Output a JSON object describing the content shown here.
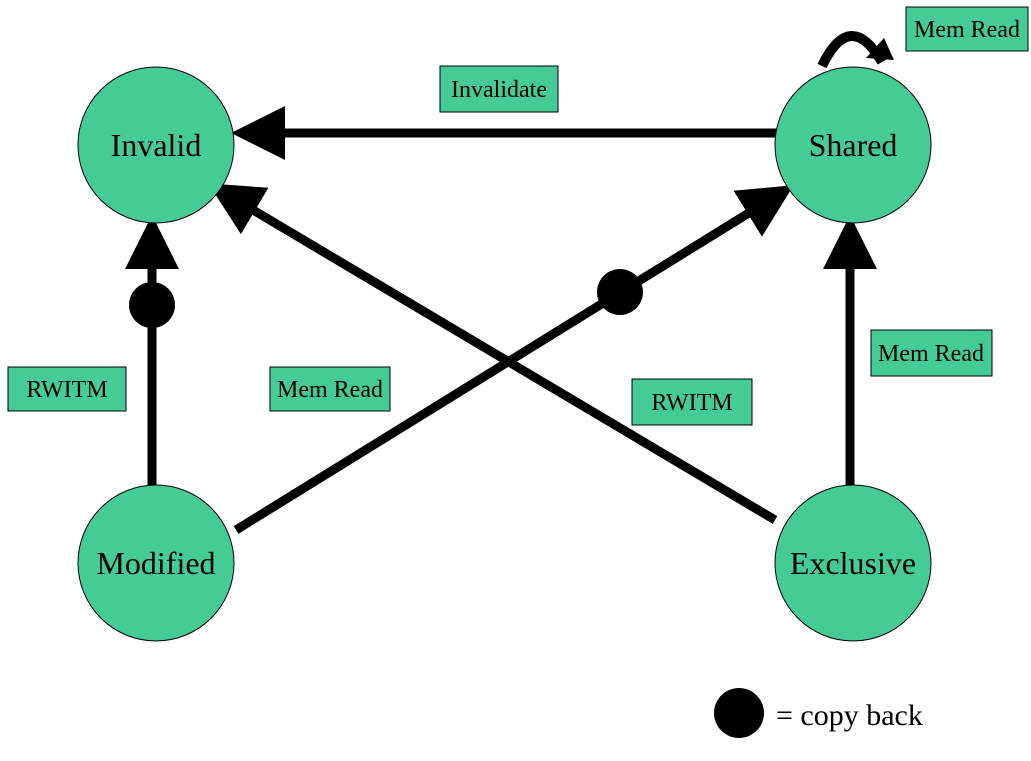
{
  "states": {
    "invalid": "Invalid",
    "shared": "Shared",
    "modified": "Modified",
    "exclusive": "Exclusive"
  },
  "transitions": {
    "shared_to_invalid": "Invalidate",
    "shared_self": "Mem Read",
    "modified_to_invalid": "RWITM",
    "modified_to_shared": "Mem Read",
    "exclusive_to_invalid": "RWITM",
    "exclusive_to_shared": "Mem Read"
  },
  "legend": {
    "copy_back": "= copy back"
  },
  "colors": {
    "state_fill": "#45cc96",
    "label_fill": "#45cc96",
    "edge": "#000000"
  }
}
